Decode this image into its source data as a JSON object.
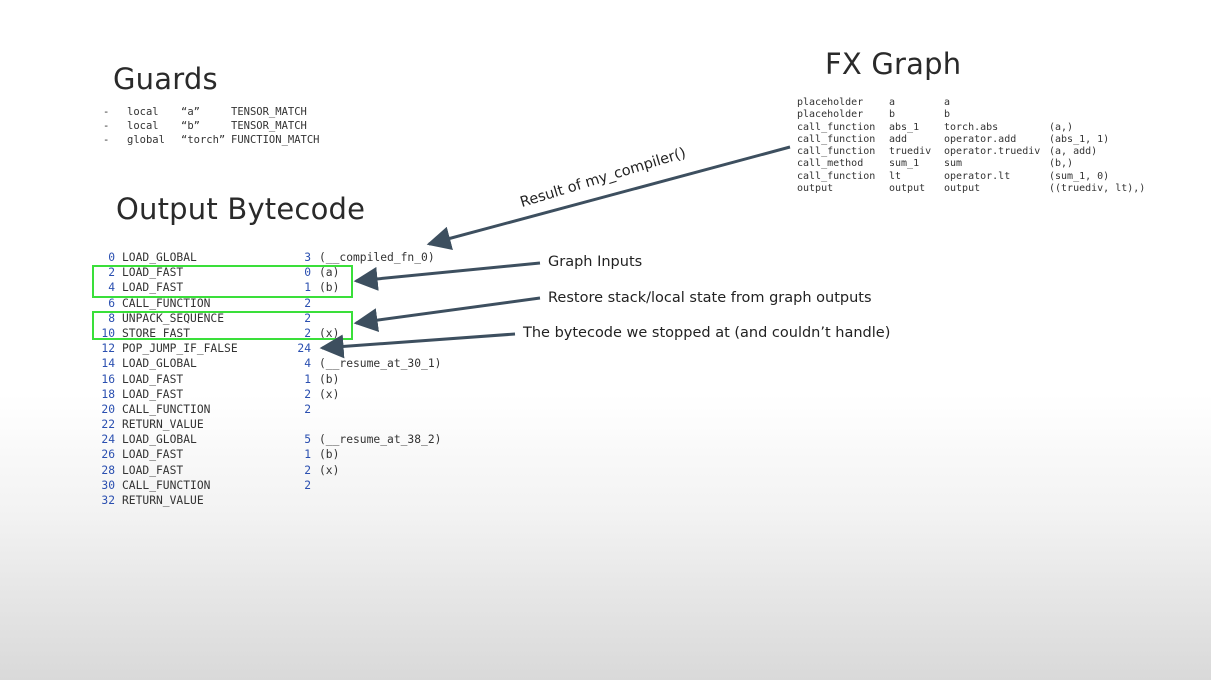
{
  "guards": {
    "title": "Guards",
    "rows": [
      {
        "dash": "-",
        "scope": "local",
        "name": "“a”",
        "type": "TENSOR_MATCH"
      },
      {
        "dash": "-",
        "scope": "local",
        "name": "“b”",
        "type": "TENSOR_MATCH"
      },
      {
        "dash": "-",
        "scope": "global",
        "name": "“torch”",
        "type": "FUNCTION_MATCH"
      }
    ]
  },
  "fx_graph": {
    "title": "FX Graph",
    "rows": [
      [
        "placeholder",
        "a",
        "a",
        ""
      ],
      [
        "placeholder",
        "b",
        "b",
        ""
      ],
      [
        "call_function",
        "abs_1",
        "torch.abs",
        "(a,)"
      ],
      [
        "call_function",
        "add",
        "operator.add",
        "(abs_1, 1)"
      ],
      [
        "call_function",
        "truediv",
        "operator.truediv",
        "(a, add)"
      ],
      [
        "call_method",
        "sum_1",
        "sum",
        "(b,)"
      ],
      [
        "call_function",
        "lt",
        "operator.lt",
        "(sum_1, 0)"
      ],
      [
        "output",
        "output",
        "output",
        "((truediv, lt),)"
      ]
    ]
  },
  "bytecode": {
    "title": "Output Bytecode",
    "rows": [
      {
        "offset": "0",
        "op": "LOAD_GLOBAL",
        "arg": "3",
        "desc": "(__compiled_fn_0)"
      },
      {
        "offset": "2",
        "op": "LOAD_FAST",
        "arg": "0",
        "desc": "(a)"
      },
      {
        "offset": "4",
        "op": "LOAD_FAST",
        "arg": "1",
        "desc": "(b)"
      },
      {
        "offset": "6",
        "op": "CALL_FUNCTION",
        "arg": "2",
        "desc": ""
      },
      {
        "offset": "8",
        "op": "UNPACK_SEQUENCE",
        "arg": "2",
        "desc": ""
      },
      {
        "offset": "10",
        "op": "STORE_FAST",
        "arg": "2",
        "desc": "(x)"
      },
      {
        "offset": "12",
        "op": "POP_JUMP_IF_FALSE",
        "arg": "24",
        "desc": ""
      },
      {
        "offset": "14",
        "op": "LOAD_GLOBAL",
        "arg": "4",
        "desc": "(__resume_at_30_1)"
      },
      {
        "offset": "16",
        "op": "LOAD_FAST",
        "arg": "1",
        "desc": "(b)"
      },
      {
        "offset": "18",
        "op": "LOAD_FAST",
        "arg": "2",
        "desc": "(x)"
      },
      {
        "offset": "20",
        "op": "CALL_FUNCTION",
        "arg": "2",
        "desc": ""
      },
      {
        "offset": "22",
        "op": "RETURN_VALUE",
        "arg": "",
        "desc": ""
      },
      {
        "offset": "24",
        "op": "LOAD_GLOBAL",
        "arg": "5",
        "desc": "(__resume_at_38_2)"
      },
      {
        "offset": "26",
        "op": "LOAD_FAST",
        "arg": "1",
        "desc": "(b)"
      },
      {
        "offset": "28",
        "op": "LOAD_FAST",
        "arg": "2",
        "desc": "(x)"
      },
      {
        "offset": "30",
        "op": "CALL_FUNCTION",
        "arg": "2",
        "desc": ""
      },
      {
        "offset": "32",
        "op": "RETURN_VALUE",
        "arg": "",
        "desc": ""
      }
    ]
  },
  "annotations": {
    "result": "Result of my_compiler()",
    "graph_inputs": "Graph Inputs",
    "restore": "Restore stack/local state from graph outputs",
    "stopped": "The bytecode we stopped at (and couldn’t handle)"
  },
  "colors": {
    "highlight": "#3adf3a",
    "arrow": "#3d4f5f",
    "offset_number": "#2a4fb0"
  }
}
